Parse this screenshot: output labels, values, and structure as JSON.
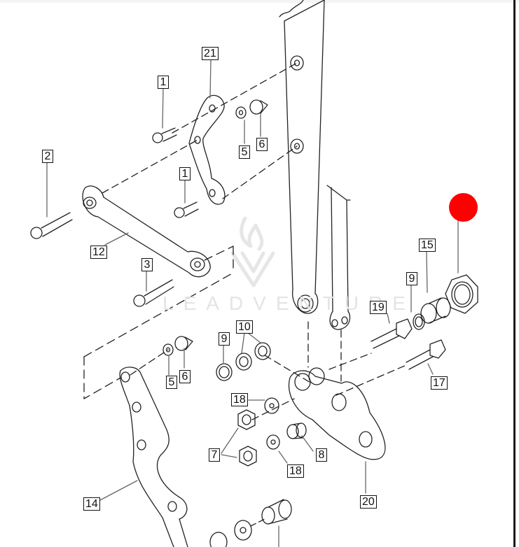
{
  "diagram": {
    "title": "Suspension linkage exploded parts diagram",
    "watermark": "LEADVENTURE",
    "highlight_marker": {
      "color": "#ff0000",
      "points_to": "hex lock nut (unnumbered)"
    },
    "callouts": [
      {
        "id": "c21",
        "label": "21",
        "part": "upper link plate"
      },
      {
        "id": "c1a",
        "label": "1",
        "part": "button head bolt (upper)"
      },
      {
        "id": "c1b",
        "label": "1",
        "part": "button head bolt (lower)"
      },
      {
        "id": "c5a",
        "label": "5",
        "part": "washer"
      },
      {
        "id": "c6a",
        "label": "6",
        "part": "acorn nut"
      },
      {
        "id": "c2",
        "label": "2",
        "part": "long bolt"
      },
      {
        "id": "c12",
        "label": "12",
        "part": "dog bone link"
      },
      {
        "id": "c3",
        "label": "3",
        "part": "bolt"
      },
      {
        "id": "c15",
        "label": "15",
        "part": "threaded collar"
      },
      {
        "id": "c9a",
        "label": "9",
        "part": "seal ring (right)"
      },
      {
        "id": "c19",
        "label": "19",
        "part": "pivot bolt"
      },
      {
        "id": "c10",
        "label": "10",
        "part": "bearing seals"
      },
      {
        "id": "c9b",
        "label": "9",
        "part": "seal ring (left)"
      },
      {
        "id": "c5b",
        "label": "5",
        "part": "washer (lower)"
      },
      {
        "id": "c6b",
        "label": "6",
        "part": "acorn nut (lower)"
      },
      {
        "id": "c17",
        "label": "17",
        "part": "pivot bolt (lower)"
      },
      {
        "id": "c18a",
        "label": "18",
        "part": "washer"
      },
      {
        "id": "c7",
        "label": "7",
        "part": "nylock nuts"
      },
      {
        "id": "c8",
        "label": "8",
        "part": "bushing"
      },
      {
        "id": "c18b",
        "label": "18",
        "part": "washer"
      },
      {
        "id": "c14",
        "label": "14",
        "part": "lower frame bracket"
      },
      {
        "id": "c20",
        "label": "20",
        "part": "linkage rocker"
      }
    ]
  }
}
